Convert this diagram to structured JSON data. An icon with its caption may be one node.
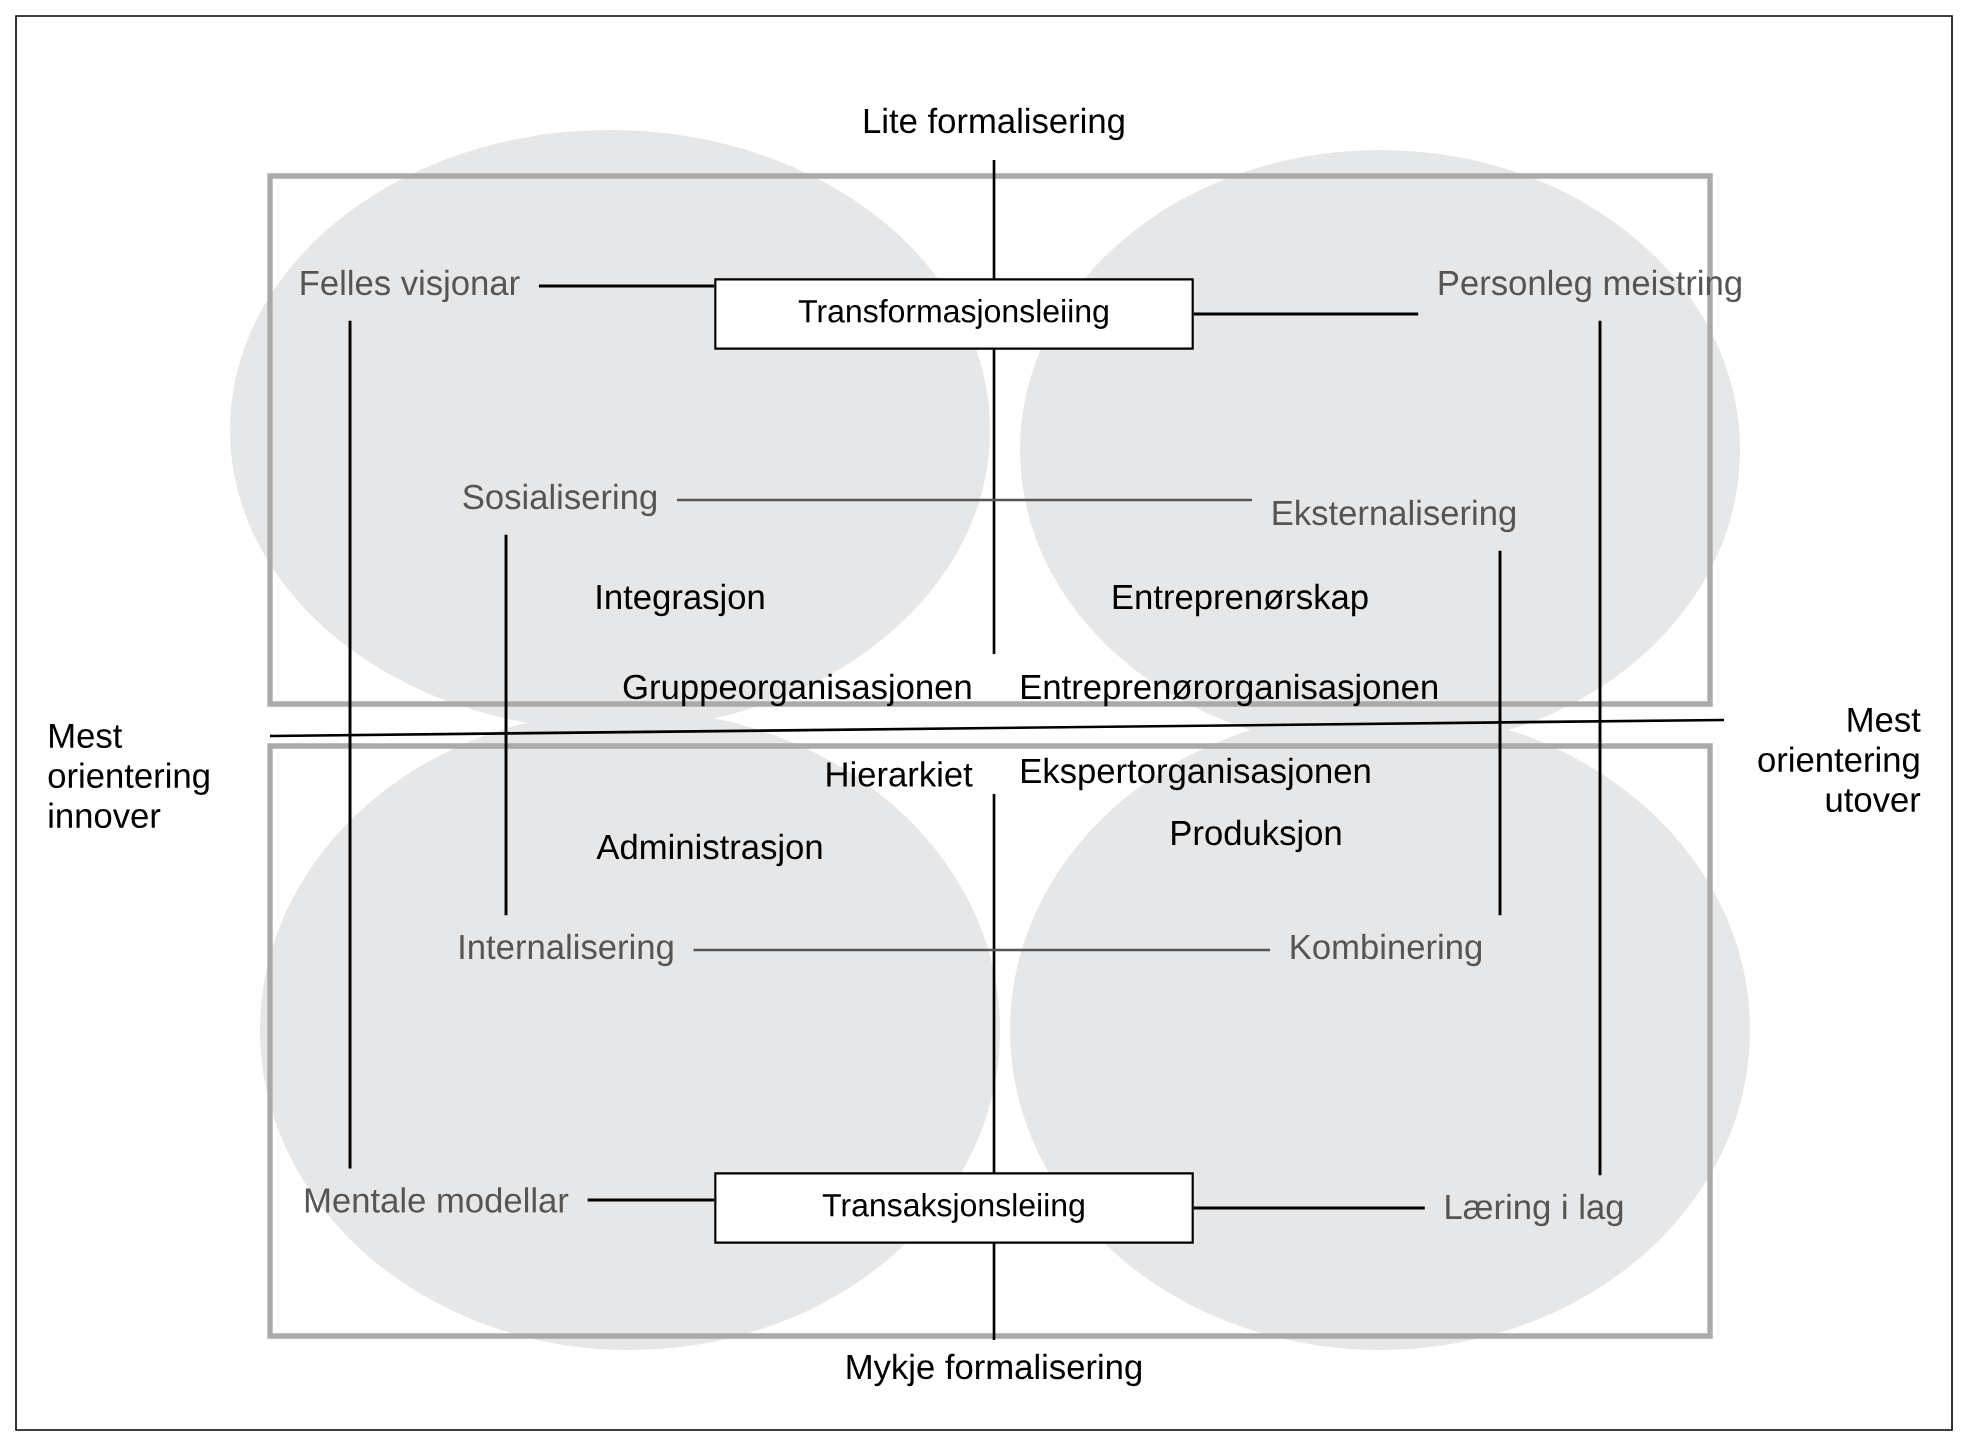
{
  "diagram": {
    "nodes": [
      {
        "text": [
          "Felles visjonar"
        ]
      },
      {
        "text": [
          "Transformasjonsleiing"
        ]
      },
      {
        "text": [
          "Personleg meistring"
        ]
      },
      {
        "text": [
          "Sosialisering"
        ]
      },
      {
        "text": [
          "Eksternalisering"
        ]
      },
      {
        "text": [
          "Internalisering"
        ]
      },
      {
        "text": [
          "Kombinering"
        ]
      },
      {
        "text": [
          "Mentale modellar"
        ]
      },
      {
        "text": [
          "Transaksjonsleiing"
        ]
      },
      {
        "text": [
          "Læring i lag"
        ]
      }
    ],
    "edges": [
      {
        "from": 0,
        "to": 1,
        "arrow": "none"
      },
      {
        "from": 1,
        "to": 2,
        "arrow": "none"
      },
      {
        "from": 3,
        "to": 4,
        "arrow": "none",
        "color": "#555555"
      },
      {
        "from": 5,
        "to": 6,
        "arrow": "none",
        "color": "#555555"
      },
      {
        "from": 7,
        "to": 8,
        "arrow": "none"
      },
      {
        "from": 8,
        "to": 9,
        "arrow": "none"
      },
      {
        "from": 0,
        "to": 7,
        "arrow": "none"
      },
      {
        "from": 2,
        "to": 9,
        "arrow": "none"
      },
      {
        "from": 3,
        "to": 5,
        "arrow": "none"
      },
      {
        "from": 4,
        "to": 6,
        "arrow": "none"
      }
    ],
    "labels": [
      "Lite formalisering",
      "Integrasjon",
      "Entreprenørskap",
      "Gruppeorganisasjonen",
      "Entreprenørorganisasjonen",
      "Mest orientering innover",
      "Mest orientering utover",
      "Hierarkiet",
      "Ekspertorganisasjonen",
      "Administrasjon",
      "Produksjon",
      "Mykje formalisering"
    ]
  }
}
